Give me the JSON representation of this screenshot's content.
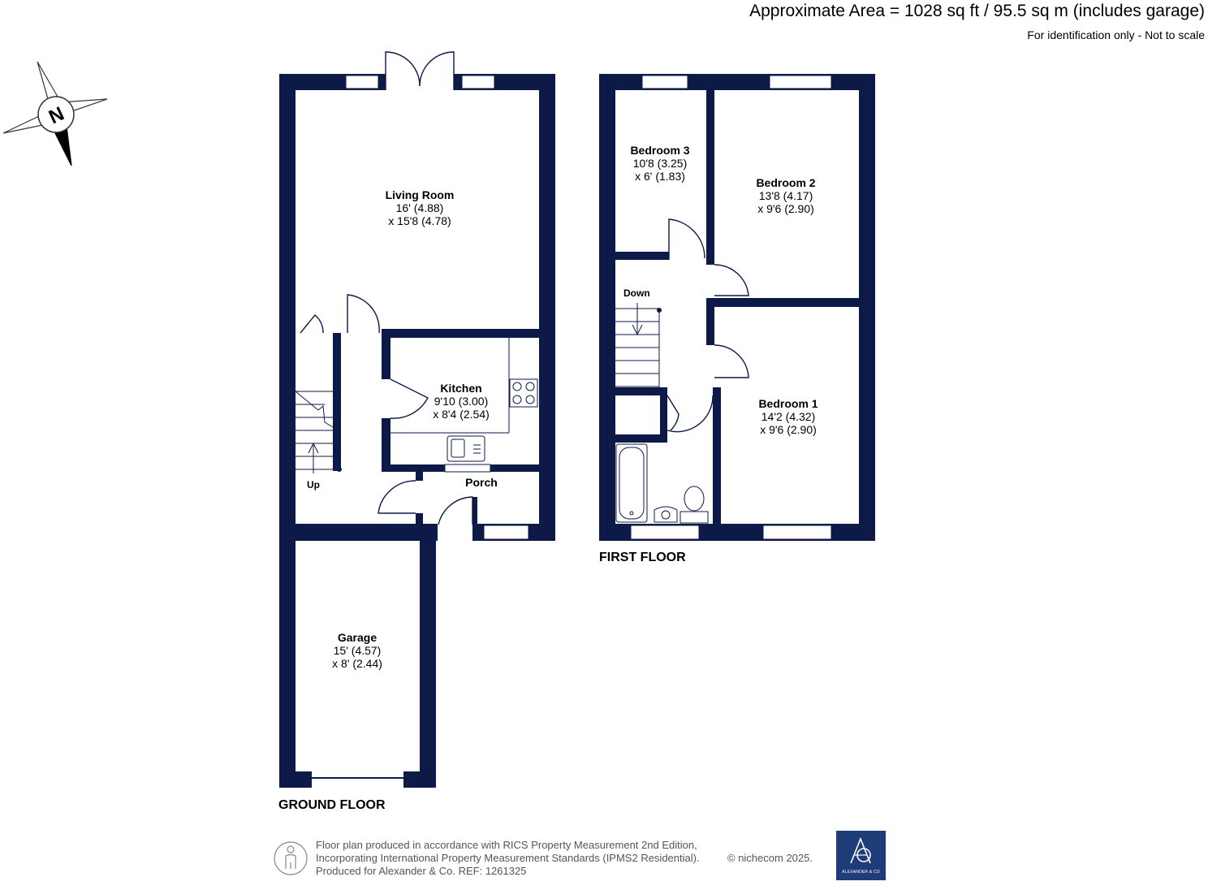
{
  "header": {
    "area": "Approximate Area = 1028 sq ft / 95.5 sq m (includes garage)",
    "note": "For identification only - Not to scale"
  },
  "compass": {
    "letter": "N"
  },
  "ground_floor": {
    "label": "GROUND FLOOR",
    "rooms": {
      "living": {
        "name": "Living Room",
        "dim1": "16' (4.88)",
        "dim2": "x 15'8 (4.78)"
      },
      "kitchen": {
        "name": "Kitchen",
        "dim1": "9'10 (3.00)",
        "dim2": "x 8'4 (2.54)"
      },
      "porch": {
        "name": "Porch"
      },
      "garage": {
        "name": "Garage",
        "dim1": "15' (4.57)",
        "dim2": "x 8' (2.44)"
      }
    },
    "stairs_label": "Up"
  },
  "first_floor": {
    "label": "FIRST FLOOR",
    "rooms": {
      "bedroom3": {
        "name": "Bedroom 3",
        "dim1": "10'8 (3.25)",
        "dim2": "x 6' (1.83)"
      },
      "bedroom2": {
        "name": "Bedroom 2",
        "dim1": "13'8 (4.17)",
        "dim2": "x 9'6 (2.90)"
      },
      "bedroom1": {
        "name": "Bedroom 1",
        "dim1": "14'2 (4.32)",
        "dim2": "x 9'6 (2.90)"
      }
    },
    "stairs_label": "Down"
  },
  "footer": {
    "line1": "Floor plan produced in accordance with RICS Property Measurement 2nd Edition,",
    "line2": "Incorporating International Property Measurement Standards (IPMS2 Residential).",
    "line3": "Produced for Alexander & Co.   REF:  1261325",
    "copyright": "© nichecom 2025.",
    "logo_text": "ALEXANDER & CO"
  },
  "colors": {
    "wall": "#0d1a47",
    "logo": "#1d3c78",
    "window": "#ffffff"
  }
}
